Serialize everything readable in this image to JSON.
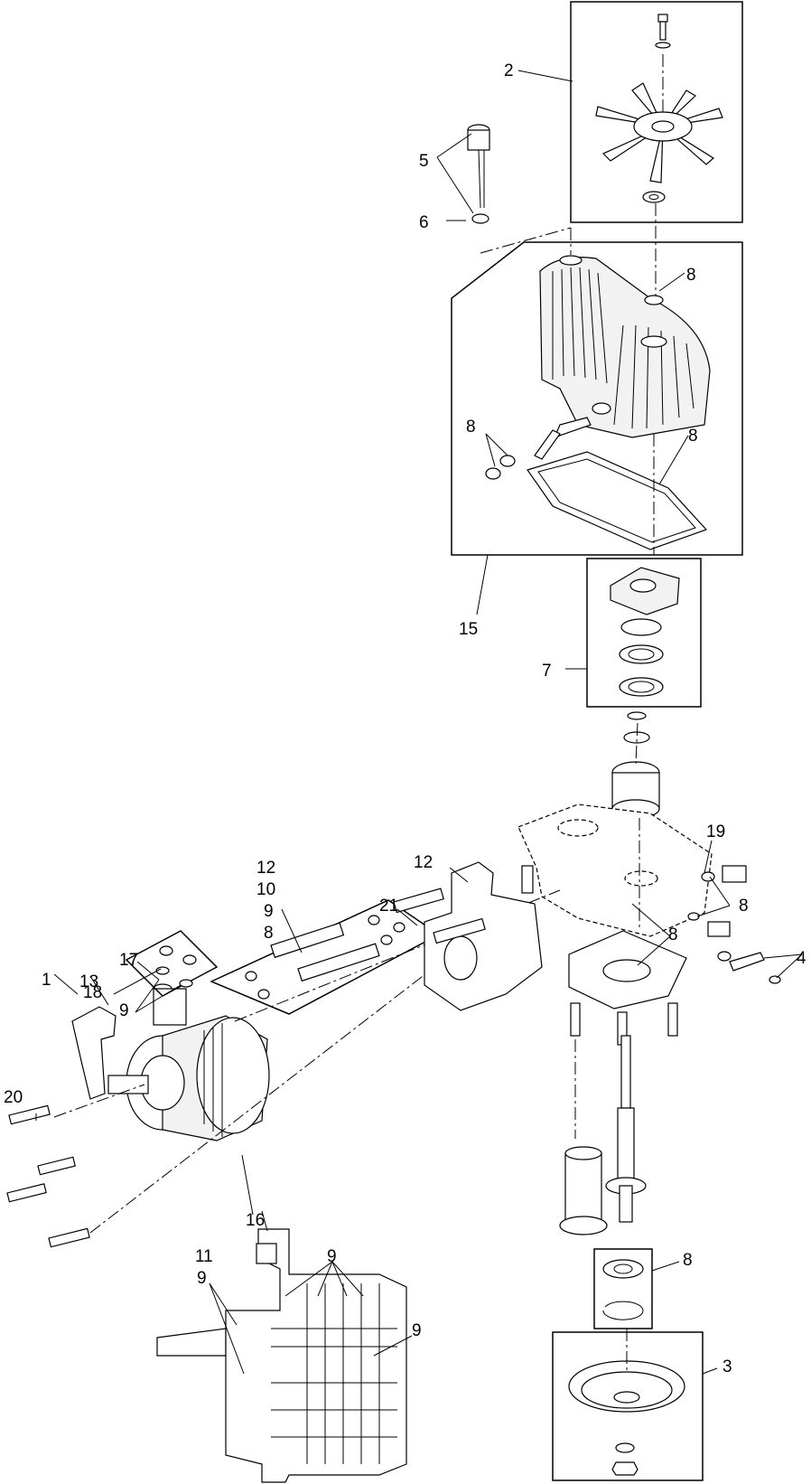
{
  "callouts": {
    "c1": "1",
    "c2": "2",
    "c3": "3",
    "c4": "4",
    "c5": "5",
    "c6": "6",
    "c7": "7",
    "c8a": "8",
    "c8b": "8",
    "c8c": "8",
    "c8d": "8",
    "c8e": "8",
    "c8f": "8",
    "c8g": "8",
    "c9a": "9",
    "c9b": "9",
    "c9c": "9",
    "c9d": "9",
    "c9e": "9",
    "c10": "10",
    "c11": "11",
    "c12a": "12",
    "c12b": "12",
    "c13": "13",
    "c15": "15",
    "c16": "16",
    "c17": "17",
    "c18": "18",
    "c19": "19",
    "c20": "20",
    "c21": "21"
  }
}
